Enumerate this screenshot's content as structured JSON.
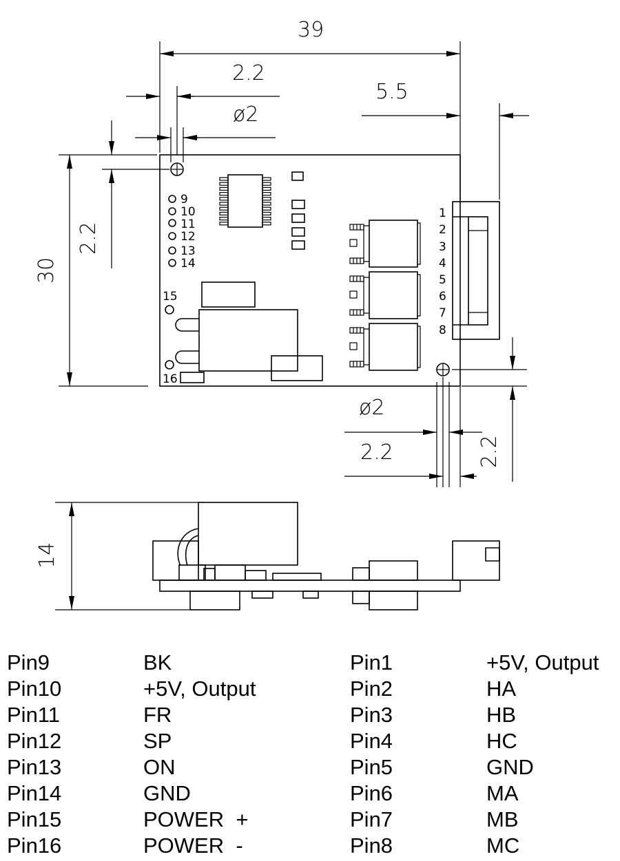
{
  "dimensions": {
    "width_total": "39",
    "hole_offset_top_x": "2.2",
    "hole_diameter_top": "ø2",
    "connector_overhang": "5.5",
    "hole_offset_top_y": "2.2",
    "height_total": "30",
    "hole_diameter_bottom": "ø2",
    "hole_offset_bottom_x": "2.2",
    "hole_offset_bottom_y": "2.2",
    "side_height": "14"
  },
  "connector_pins": [
    "1",
    "2",
    "3",
    "4",
    "5",
    "6",
    "7",
    "8"
  ],
  "header_pins": [
    "9",
    "10",
    "11",
    "12",
    "13",
    "14"
  ],
  "power_pins": [
    "15",
    "16"
  ],
  "pin_table": {
    "left": [
      {
        "pin": "Pin9",
        "signal": "BK"
      },
      {
        "pin": "Pin10",
        "signal": "+5V, Output"
      },
      {
        "pin": "Pin11",
        "signal": "FR"
      },
      {
        "pin": "Pin12",
        "signal": "SP"
      },
      {
        "pin": "Pin13",
        "signal": "ON"
      },
      {
        "pin": "Pin14",
        "signal": "GND"
      },
      {
        "pin": "Pin15",
        "signal": "POWER  +"
      },
      {
        "pin": "Pin16",
        "signal": "POWER  -"
      }
    ],
    "right": [
      {
        "pin": "Pin1",
        "signal": "+5V, Output"
      },
      {
        "pin": "Pin2",
        "signal": "HA"
      },
      {
        "pin": "Pin3",
        "signal": "HB"
      },
      {
        "pin": "Pin4",
        "signal": "HC"
      },
      {
        "pin": "Pin5",
        "signal": "GND"
      },
      {
        "pin": "Pin6",
        "signal": "MA"
      },
      {
        "pin": "Pin7",
        "signal": "MB"
      },
      {
        "pin": "Pin8",
        "signal": "MC"
      }
    ]
  }
}
